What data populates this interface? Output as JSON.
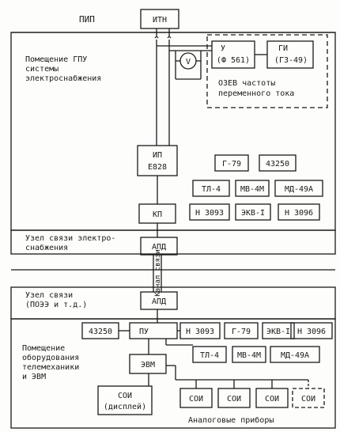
{
  "zones": {
    "pip": "ПИП",
    "gpu_1": "Помещение ГПУ",
    "gpu_2": "системы",
    "gpu_3": "электроснабжения",
    "uzel1_1": "Узел связи электро-",
    "uzel1_2": "снабжения",
    "uzel2_1": "Узел связи",
    "uzel2_2": "(ПОЭЭ и т.д.)",
    "pom_1": "Помещение",
    "pom_2": "оборудования",
    "pom_3": "телемеханики",
    "pom_4": "и ЭВМ"
  },
  "blocks": {
    "itn": "ИТН",
    "u_1": "У",
    "u_2": "(Ф 561)",
    "gi_1": "ГИ",
    "gi_2": "(ГЗ-49)",
    "v": "V",
    "ozev_1": "ОЗЕВ частоты",
    "ozev_2": "переменного тока",
    "ip_1": "ИП",
    "ip_2": "Е828",
    "g79a": "Г-79",
    "n43250a": "43250",
    "tl4a": "ТЛ-4",
    "mv4ma": "МВ-4М",
    "md49aa": "МД-49А",
    "kp": "КП",
    "n3093a": "Н 3093",
    "ekv1a": "ЭКВ-I",
    "n3096a": "Н 3096",
    "apd1": "АПД",
    "kanal": "Канал связи",
    "apd2": "АПД",
    "n43250b": "43250",
    "pu": "ПУ",
    "n3093b": "Н 3093",
    "g79b": "Г-79",
    "ekv1b": "ЭКВ-I",
    "n3096b": "Н 3096",
    "tl4b": "ТЛ-4",
    "mv4mb": "МВ-4М",
    "md49ab": "МД-49А",
    "evm": "ЭВМ",
    "soi_d_1": "СОИ",
    "soi_d_2": "(дисплей)",
    "soi1": "СОИ",
    "soi2": "СОИ",
    "soi3": "СОИ",
    "soi4": "СОИ",
    "analog": "Аналоговые приборы"
  }
}
